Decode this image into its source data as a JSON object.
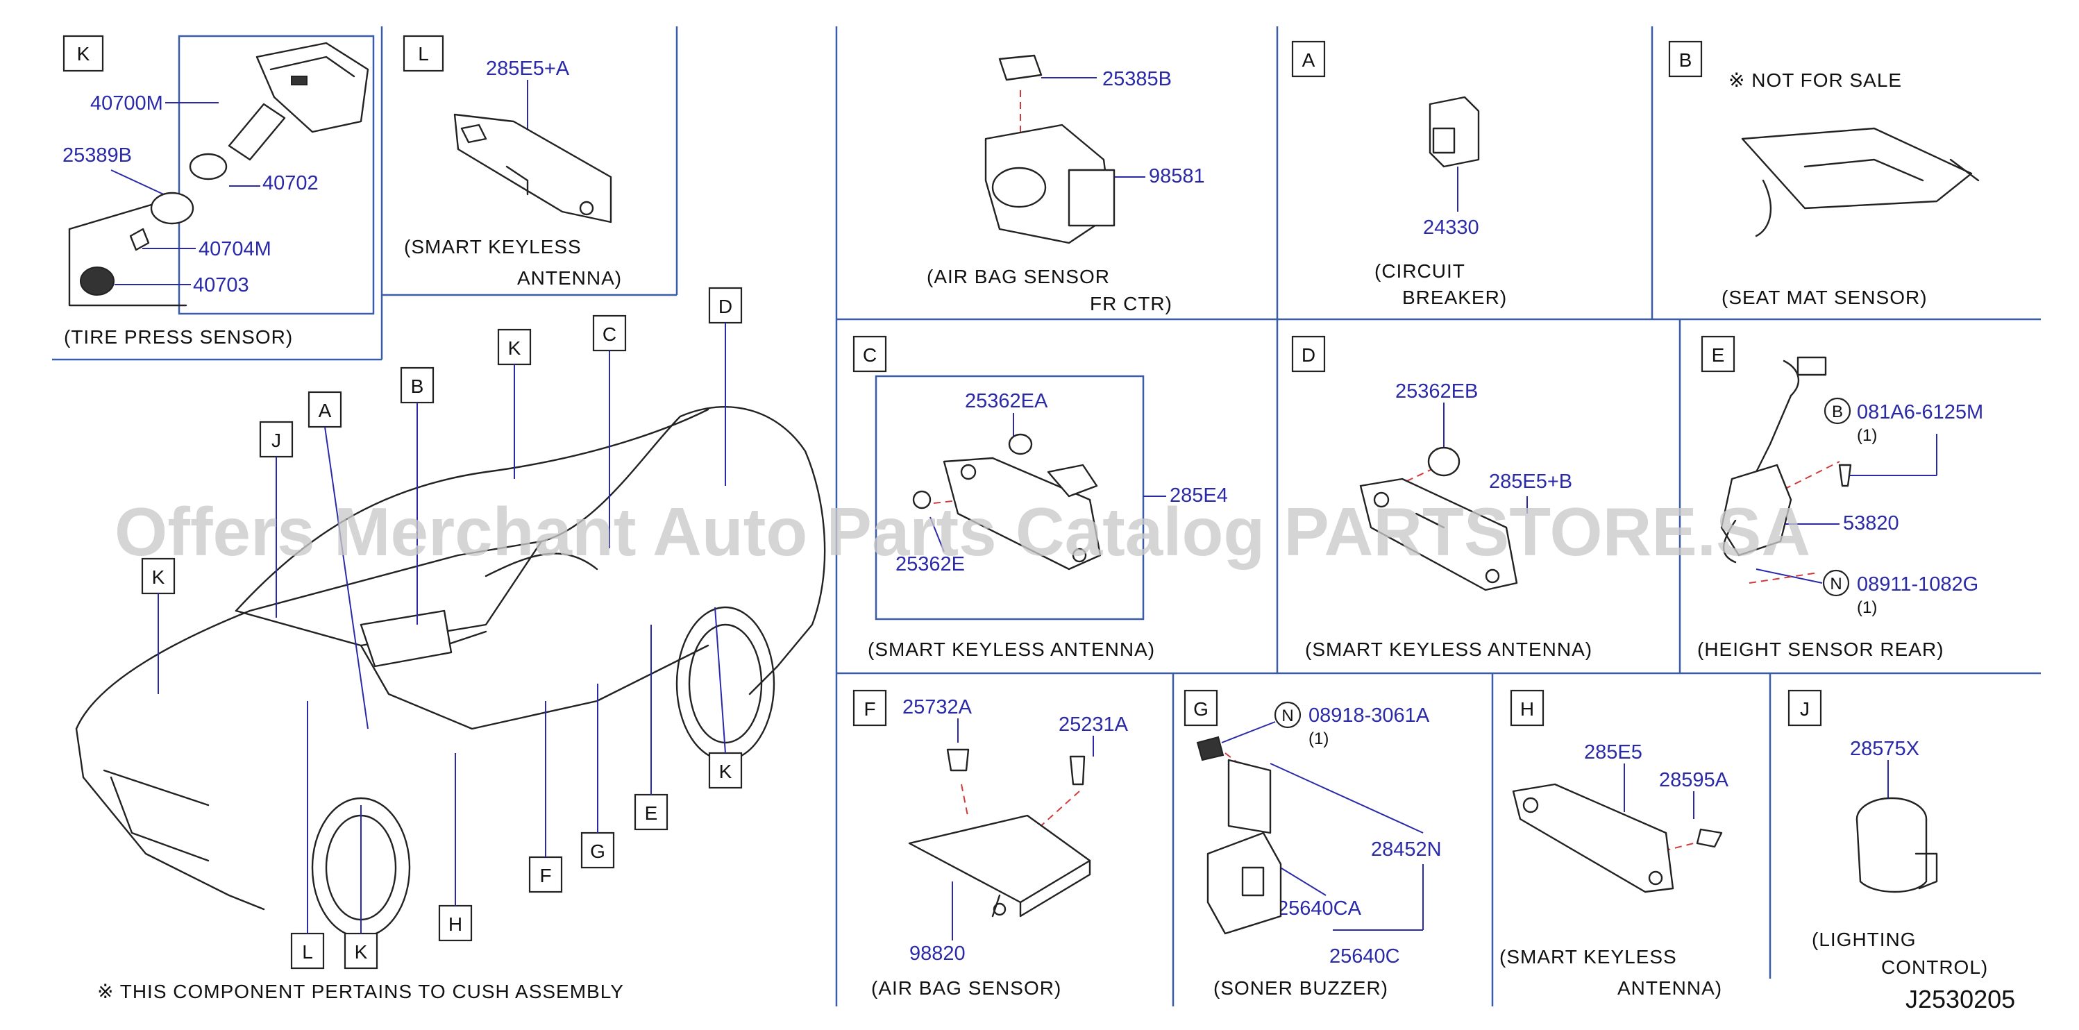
{
  "diagram_code": "J2530205",
  "watermark": "Offers Merchant Auto Parts Catalog PARTSTORE.SA",
  "footnote": "※ THIS COMPONENT PERTAINS TO CUSH ASSEMBLY",
  "vehicle_callouts": [
    "A",
    "B",
    "C",
    "D",
    "E",
    "F",
    "G",
    "H",
    "J",
    "K",
    "L"
  ],
  "panels": {
    "K": {
      "letter": "K",
      "caption": [
        "(TIRE PRESS SENSOR)"
      ],
      "parts": [
        "40700M",
        "25389B",
        "40702",
        "40704M",
        "40703"
      ]
    },
    "L": {
      "letter": "L",
      "caption": [
        "(SMART KEYLESS",
        "ANTENNA)"
      ],
      "parts": [
        "285E5+A"
      ]
    },
    "airbag_fr": {
      "caption": [
        "(AIR BAG SENSOR",
        "FR CTR)"
      ],
      "parts": [
        "25385B",
        "98581"
      ]
    },
    "A": {
      "letter": "A",
      "caption": [
        "(CIRCUIT",
        "BREAKER)"
      ],
      "parts": [
        "24330"
      ]
    },
    "B": {
      "letter": "B",
      "note": "※ NOT FOR SALE",
      "caption": [
        "(SEAT MAT SENSOR)"
      ]
    },
    "C": {
      "letter": "C",
      "caption": [
        "(SMART KEYLESS ANTENNA)"
      ],
      "parts": [
        "25362EA",
        "285E4",
        "25362E"
      ]
    },
    "D": {
      "letter": "D",
      "caption": [
        "(SMART KEYLESS ANTENNA)"
      ],
      "parts": [
        "25362EB",
        "285E5+B"
      ]
    },
    "E": {
      "letter": "E",
      "caption": [
        "(HEIGHT SENSOR REAR)"
      ],
      "parts": [
        "081A6-6125M",
        "53820",
        "08911-1082G"
      ],
      "qty": [
        "(1)",
        "(1)"
      ],
      "circle_marks": [
        "B",
        "N"
      ]
    },
    "F": {
      "letter": "F",
      "caption": [
        "(AIR BAG SENSOR)"
      ],
      "parts": [
        "25732A",
        "25231A",
        "98820"
      ]
    },
    "G": {
      "letter": "G",
      "caption": [
        "(SONER BUZZER)"
      ],
      "parts": [
        "08918-3061A",
        "28452N",
        "25640CA",
        "25640C"
      ],
      "qty": [
        "(1)"
      ],
      "circle_marks": [
        "N"
      ]
    },
    "H": {
      "letter": "H",
      "caption": [
        "(SMART KEYLESS",
        "ANTENNA)"
      ],
      "parts": [
        "285E5",
        "28595A"
      ]
    },
    "J": {
      "letter": "J",
      "caption": [
        "(LIGHTING",
        "CONTROL)"
      ],
      "parts": [
        "28575X"
      ]
    }
  }
}
